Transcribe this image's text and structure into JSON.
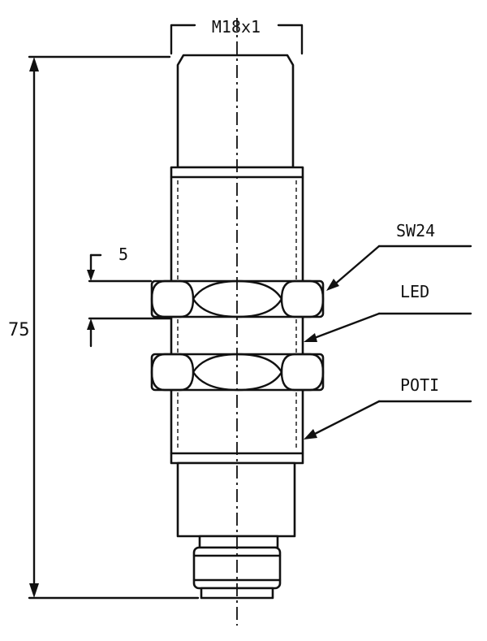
{
  "labels": {
    "thread": "M18x1",
    "length": "75",
    "nut_gap": "5",
    "sw": "SW24",
    "led": "LED",
    "poti": "POTI"
  }
}
